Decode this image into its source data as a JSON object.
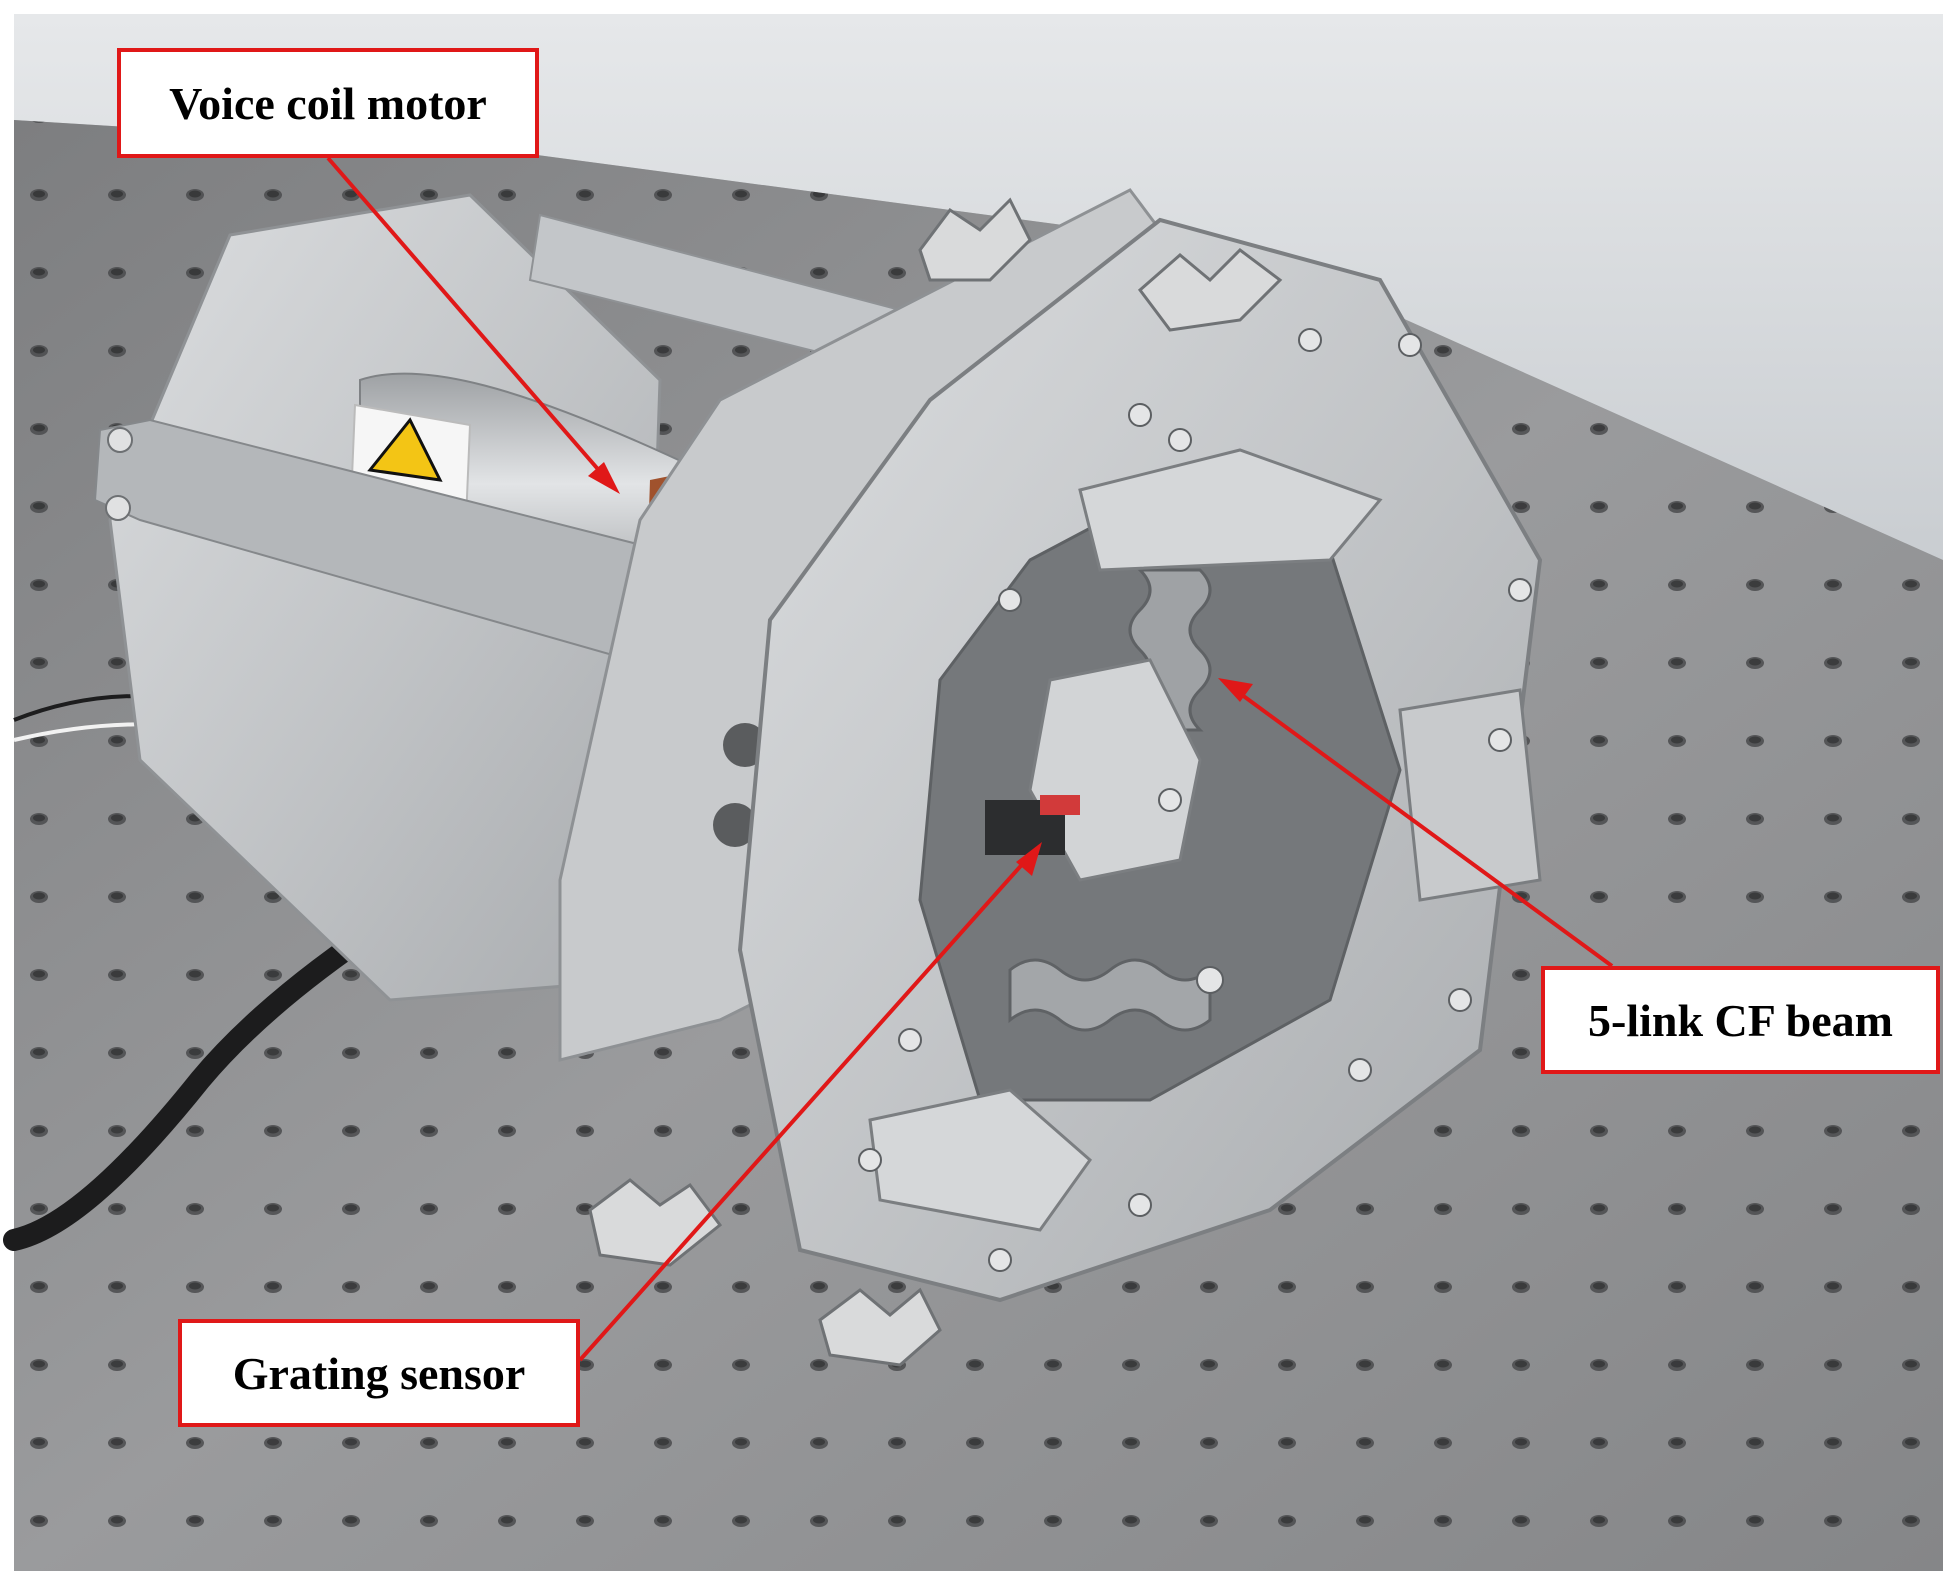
{
  "image": {
    "subject": "voice-coil-driven flexure stage with grating sensor on optical breadboard",
    "colors": {
      "table": "#8e8f91",
      "aluminum": "#c9cbcd",
      "callout_border": "#e01818",
      "arrow": "#e01818",
      "callout_text": "#000000"
    }
  },
  "callouts": {
    "voice_coil_motor": "Voice coil motor",
    "cf_beam": "5-link CF beam",
    "grating_sensor": "Grating sensor"
  }
}
